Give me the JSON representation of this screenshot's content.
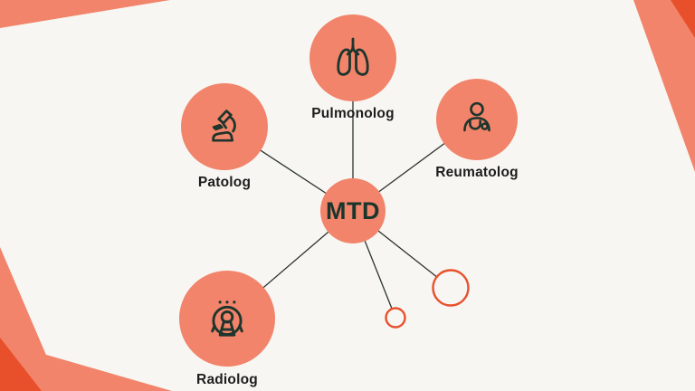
{
  "diagram": {
    "title": "MTD specialist network diagram",
    "center": {
      "label": "MTD"
    },
    "nodes": [
      {
        "id": "pulmonolog",
        "label": "Pulmonolog",
        "icon": "lungs-icon"
      },
      {
        "id": "patolog",
        "label": "Patolog",
        "icon": "microscope-icon"
      },
      {
        "id": "reumatolog",
        "label": "Reumatolog",
        "icon": "doctor-icon"
      },
      {
        "id": "radiolog",
        "label": "Radiolog",
        "icon": "ct-scanner-icon"
      },
      {
        "id": "empty-large",
        "label": ""
      },
      {
        "id": "empty-small",
        "label": ""
      }
    ],
    "edges": [
      [
        "MTD",
        "Pulmonolog"
      ],
      [
        "MTD",
        "Patolog"
      ],
      [
        "MTD",
        "Reumatolog"
      ],
      [
        "MTD",
        "Radiolog"
      ],
      [
        "MTD",
        "empty-large"
      ],
      [
        "MTD",
        "empty-small"
      ]
    ],
    "colors": {
      "background": "#F8F6F2",
      "node_fill": "#F1846A",
      "outline_stroke": "#E8502B",
      "accent_dark_red": "#E8502B",
      "corner_salmon": "#F1846A",
      "icon_stroke": "#1D352C",
      "center_text": "#1A352C",
      "label_text": "#1D1D1B",
      "connector": "#2A332E"
    }
  }
}
